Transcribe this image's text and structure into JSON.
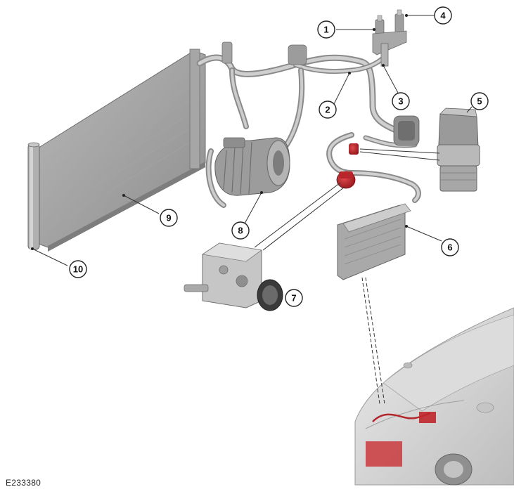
{
  "reference_code": "E233380",
  "callouts": [
    {
      "id": "callout-1",
      "label": "1"
    },
    {
      "id": "callout-2",
      "label": "2"
    },
    {
      "id": "callout-3",
      "label": "3"
    },
    {
      "id": "callout-4",
      "label": "4"
    },
    {
      "id": "callout-5",
      "label": "5"
    },
    {
      "id": "callout-6",
      "label": "6"
    },
    {
      "id": "callout-7",
      "label": "7"
    },
    {
      "id": "callout-8",
      "label": "8"
    },
    {
      "id": "callout-9",
      "label": "9"
    },
    {
      "id": "callout-10",
      "label": "10"
    }
  ],
  "colors": {
    "highlight": "#c0262b",
    "component_grey": "#9a9a9a",
    "pipe_grey": "#b5b5b5",
    "vehicle_grey": "#d6d6d6",
    "line": "#333333"
  }
}
